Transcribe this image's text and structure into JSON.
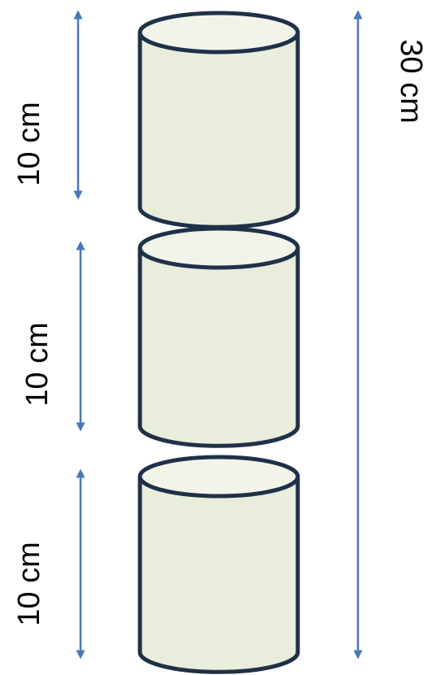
{
  "colors": {
    "cylinder_fill": "#E9EDDC",
    "cylinder_top_fill": "#F2F4EA",
    "outline": "#1F3148",
    "arrow": "#4A78B5",
    "text": "#000000"
  },
  "segments": [
    {
      "label": "10 cm"
    },
    {
      "label": "10 cm"
    },
    {
      "label": "10 cm"
    }
  ],
  "total": {
    "label": "30 cm"
  }
}
